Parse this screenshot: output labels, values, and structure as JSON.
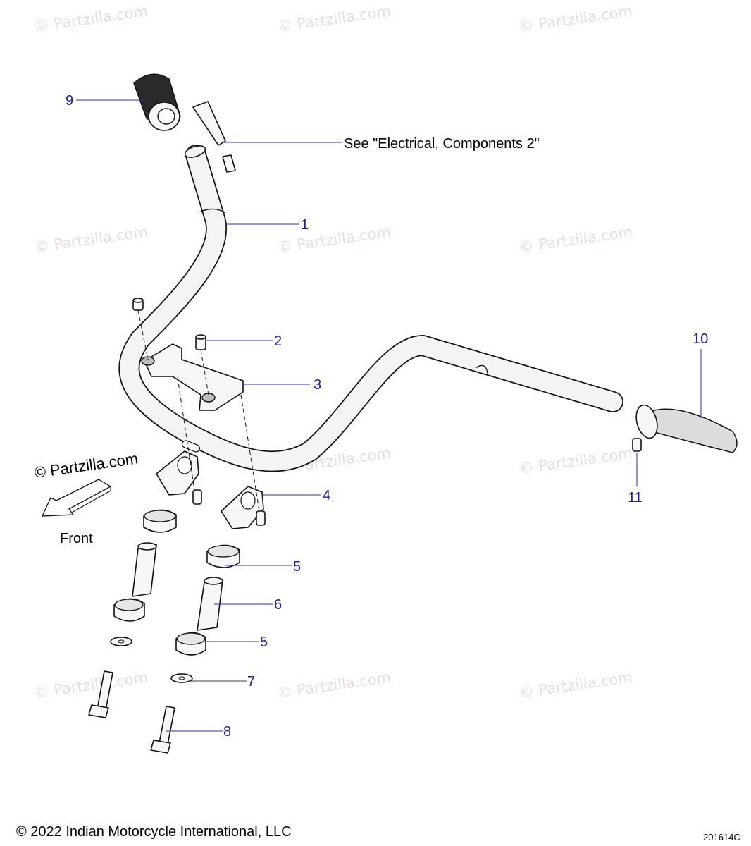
{
  "watermark": "© Partzilla.com",
  "brand_mark": "© Partzilla.com",
  "reference_note": "See \"Electrical, Components 2\"",
  "front_label": "Front",
  "copyright": "© 2022 Indian Motorcycle International, LLC",
  "diagram_code": "201614C",
  "callouts": [
    {
      "id": "c1",
      "label": "1"
    },
    {
      "id": "c2",
      "label": "2"
    },
    {
      "id": "c3",
      "label": "3"
    },
    {
      "id": "c4",
      "label": "4"
    },
    {
      "id": "c5a",
      "label": "5"
    },
    {
      "id": "c6",
      "label": "6"
    },
    {
      "id": "c5b",
      "label": "5"
    },
    {
      "id": "c7",
      "label": "7"
    },
    {
      "id": "c8",
      "label": "8"
    },
    {
      "id": "c9",
      "label": "9"
    },
    {
      "id": "c10",
      "label": "10"
    },
    {
      "id": "c11",
      "label": "11"
    }
  ],
  "colors": {
    "callout": "#1a1ab0",
    "leader": "#2a2ad0",
    "watermark": "#e8dede"
  }
}
